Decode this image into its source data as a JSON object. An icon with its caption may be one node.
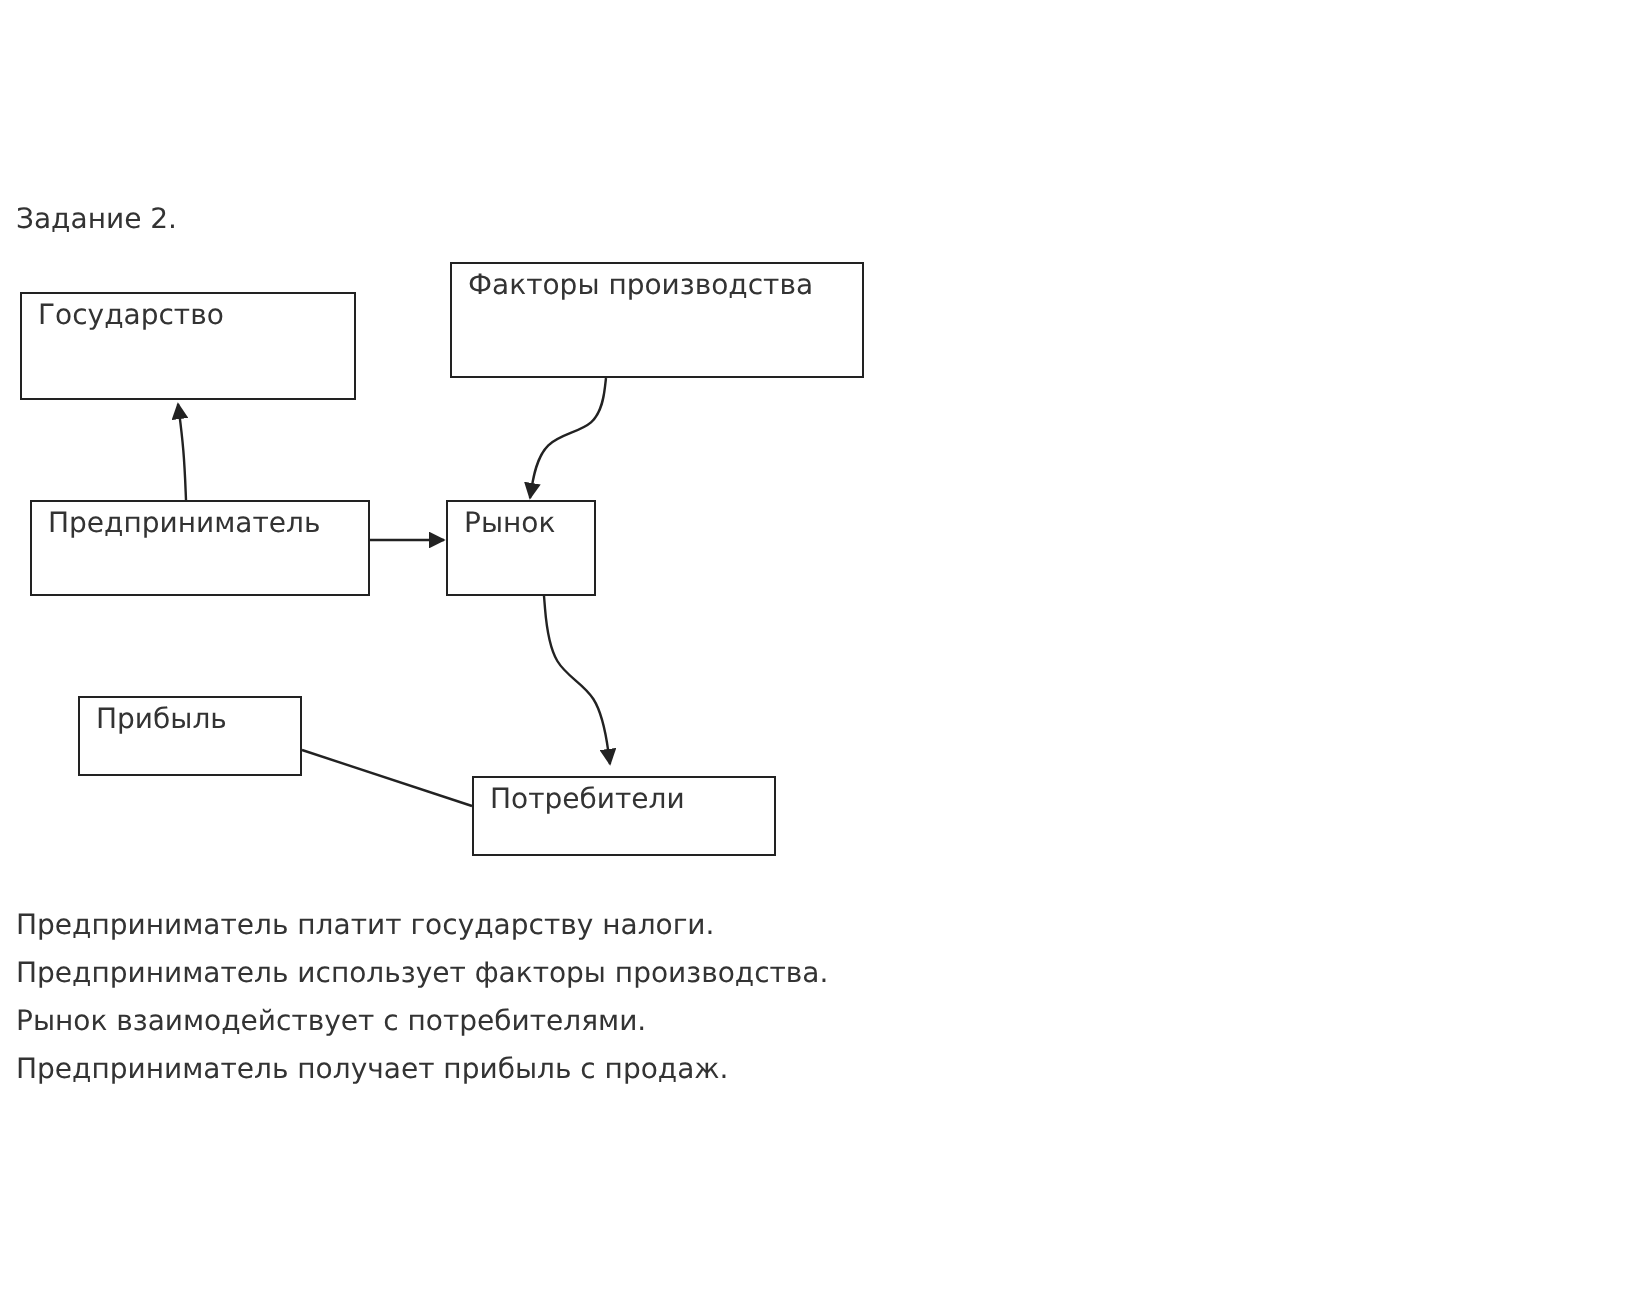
{
  "diagram": {
    "title": "Задание 2.",
    "nodes": [
      {
        "text": [
          "Государство"
        ]
      },
      {
        "text": [
          "Факторы производства"
        ]
      },
      {
        "text": [
          "Предприниматель"
        ]
      },
      {
        "text": [
          "Рынок"
        ]
      },
      {
        "text": [
          "Прибыль"
        ]
      },
      {
        "text": [
          "Потребители"
        ]
      }
    ],
    "edges": [
      {
        "from": 2,
        "to": 0,
        "arrow": "to"
      },
      {
        "from": 2,
        "to": 3,
        "arrow": "to"
      },
      {
        "from": 1,
        "to": 3,
        "arrow": "to"
      },
      {
        "from": 3,
        "to": 5,
        "arrow": "to"
      },
      {
        "from": 4,
        "to": 5,
        "arrow": "none"
      }
    ],
    "labels": [
      "Предприниматель платит государству налоги.",
      "Предприниматель использует факторы производства.",
      "Рынок взаимодействует с потребителями.",
      "Предприниматель получает прибыль с продаж."
    ]
  }
}
